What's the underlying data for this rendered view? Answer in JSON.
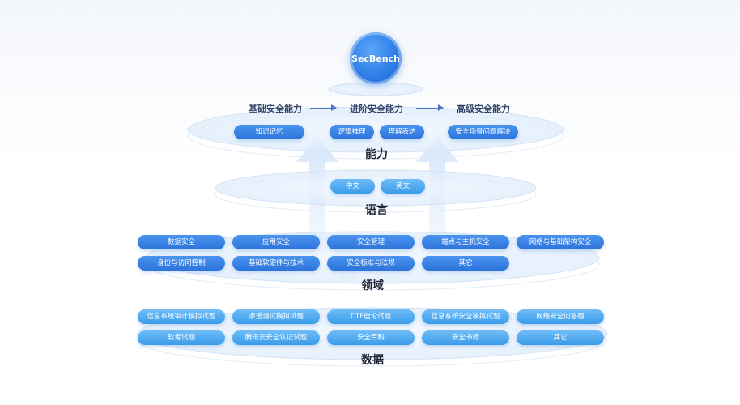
{
  "center_node": {
    "label": "SecBench"
  },
  "stages": [
    "基础安全能力",
    "进阶安全能力",
    "高级安全能力"
  ],
  "layers": {
    "ability": {
      "title": "能力",
      "items": [
        "知识记忆",
        "逻辑推理",
        "理解表达",
        "安全场景问题解决"
      ]
    },
    "language": {
      "title": "语言",
      "items": [
        "中文",
        "英文"
      ]
    },
    "domain": {
      "title": "领域",
      "row1": [
        "数据安全",
        "应用安全",
        "安全管理",
        "端点与主机安全",
        "网络与基础架构安全"
      ],
      "row2": [
        "身份与访问控制",
        "基础软硬件与技术",
        "安全标准与法规",
        "其它"
      ]
    },
    "data": {
      "title": "数据",
      "row1": [
        "信息系统审计模拟试题",
        "渗透测试模拟试题",
        "CTF理论试题",
        "信息系统安全模拟试题",
        "网络安全问答题"
      ],
      "row2": [
        "软考试题",
        "腾讯云安全认证试题",
        "安全百科",
        "安全书籍",
        "其它"
      ]
    }
  },
  "colors": {
    "pill_dark": "#2d74dc",
    "pill_light": "#3a9ce9",
    "arrow": "#4a76c6",
    "title": "#1d2433"
  }
}
